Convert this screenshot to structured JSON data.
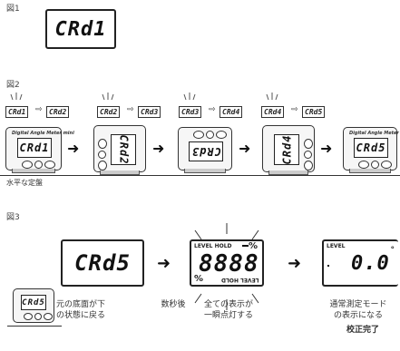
{
  "fig1": {
    "label": "図1",
    "display": "CRd1"
  },
  "fig2": {
    "label": "図2",
    "sequence": [
      {
        "from": "CRd1",
        "to": "CRd2"
      },
      {
        "from": "CRd2",
        "to": "CRd3"
      },
      {
        "from": "CRd3",
        "to": "CRd4"
      },
      {
        "from": "CRd4",
        "to": "CRd5"
      }
    ],
    "devices": [
      {
        "display": "CRd1",
        "rotation": "0"
      },
      {
        "display": "CRd2",
        "rotation": "90"
      },
      {
        "display": "CRd3",
        "rotation": "180"
      },
      {
        "display": "CRd4",
        "rotation": "270"
      },
      {
        "display": "CRd5",
        "rotation": "0"
      }
    ],
    "device_title": "Digital Angle Meter mini",
    "caption": "水平な定盤"
  },
  "fig3": {
    "label": "図3",
    "display_start": "CRd5",
    "display_all": "8888",
    "display_all_top_left": "LEVEL HOLD",
    "display_all_bottom_right": "LEVEL HOLD",
    "display_final_label": "LEVEL",
    "display_final_value": "0.0",
    "device_display": "CRd5",
    "caption_device_line1": "元の底面が下",
    "caption_device_line2": "の状態に戻る",
    "caption_wait": "数秒後",
    "caption_all_line1": "全ての表示が",
    "caption_all_line2": "一瞬点灯する",
    "caption_final_line1": "通常測定モード",
    "caption_final_line2": "の表示になる",
    "caption_done": "校正完了"
  }
}
